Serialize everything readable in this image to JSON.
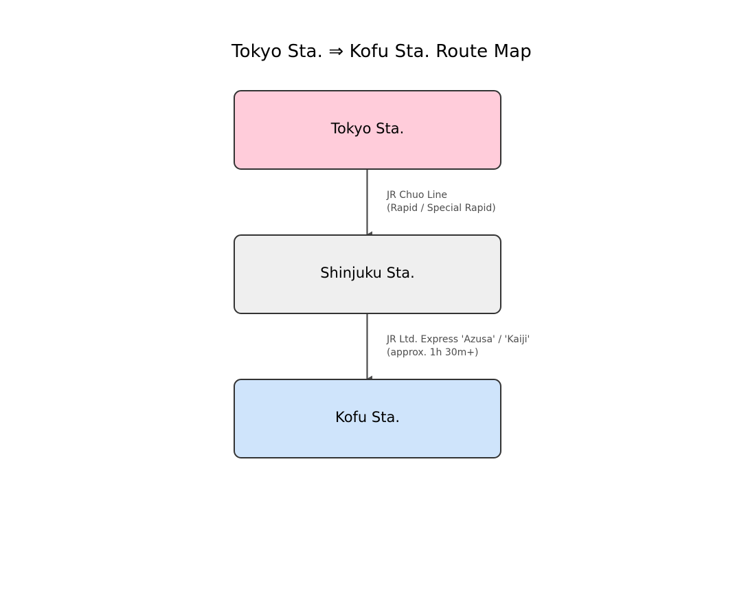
{
  "diagram": {
    "title": "Tokyo Sta. ⇒ Kofu Sta. Route Map",
    "background_color": "#ffffff",
    "type": "flowchart-vertical",
    "nodes": [
      {
        "id": "tokyo",
        "label": "Tokyo Sta.",
        "fill": "#ffccda",
        "stroke": "#333333"
      },
      {
        "id": "shinjuku",
        "label": "Shinjuku Sta.",
        "fill": "#efefef",
        "stroke": "#333333"
      },
      {
        "id": "kofu",
        "label": "Kofu Sta.",
        "fill": "#cfe4fb",
        "stroke": "#333333"
      }
    ],
    "edges": [
      {
        "id": "edge-tokyo-shinjuku",
        "from": "tokyo",
        "to": "shinjuku",
        "line1": "JR Chuo Line",
        "line2": "(Rapid / Special Rapid)",
        "color": "#4d4d4d",
        "arrow": "triangle-down"
      },
      {
        "id": "edge-shinjuku-kofu",
        "from": "shinjuku",
        "to": "kofu",
        "line1": "JR Ltd. Express 'Azusa' / 'Kaiji'",
        "line2": "(approx. 1h 30m+)",
        "color": "#4d4d4d",
        "arrow": "triangle-down"
      }
    ]
  }
}
